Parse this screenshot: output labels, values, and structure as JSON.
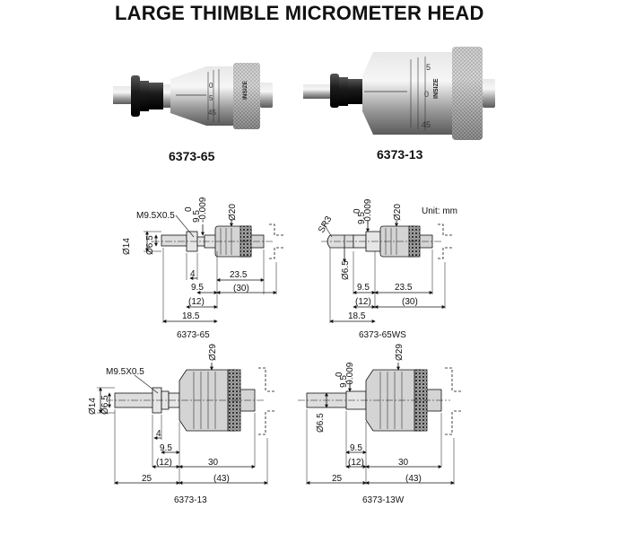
{
  "title": "LARGE THIMBLE MICROMETER HEAD",
  "photos": [
    {
      "model": "6373-65",
      "brand": "INSIZE",
      "scale_marks": [
        "0",
        "5",
        "45"
      ]
    },
    {
      "model": "6373-13",
      "brand": "INSIZE",
      "scale_marks": [
        "5",
        "0",
        "45"
      ]
    }
  ],
  "unit_note": "Unit: mm",
  "drawings": {
    "d65": {
      "caption": "6373-65",
      "thread": "M9.5X0.5",
      "spindle_dia": "Ø6.5",
      "body_dia": "Ø14",
      "sleeve_dia": "9.5",
      "sleeve_tol_upper": "0",
      "sleeve_tol_lower": "-0.009",
      "thimble_dia": "Ø20",
      "dims": [
        "4",
        "9.5",
        "(12)",
        "18.5",
        "23.5",
        "(30)"
      ]
    },
    "d65ws": {
      "caption": "6373-65WS",
      "radius": "SR3",
      "spindle_dia": "Ø6.5",
      "sleeve_dia": "9.5",
      "sleeve_tol_upper": "0",
      "sleeve_tol_lower": "-0.009",
      "thimble_dia": "Ø20",
      "dims": [
        "9.5",
        "(12)",
        "18.5",
        "23.5",
        "(30)"
      ]
    },
    "d13": {
      "caption": "6373-13",
      "thread": "M9.5X0.5",
      "body_dia": "Ø14",
      "spindle_dia": "Ø6.5",
      "thimble_dia": "Ø29",
      "dims": [
        "4",
        "9.5",
        "(12)",
        "25",
        "30",
        "(43)"
      ]
    },
    "d13w": {
      "caption": "6373-13W",
      "spindle_dia": "Ø6.5",
      "sleeve_dia": "9.5",
      "sleeve_tol_upper": "0",
      "sleeve_tol_lower": "-0.009",
      "thimble_dia": "Ø29",
      "dims": [
        "9.5",
        "(12)",
        "25",
        "30",
        "(43)"
      ]
    }
  }
}
